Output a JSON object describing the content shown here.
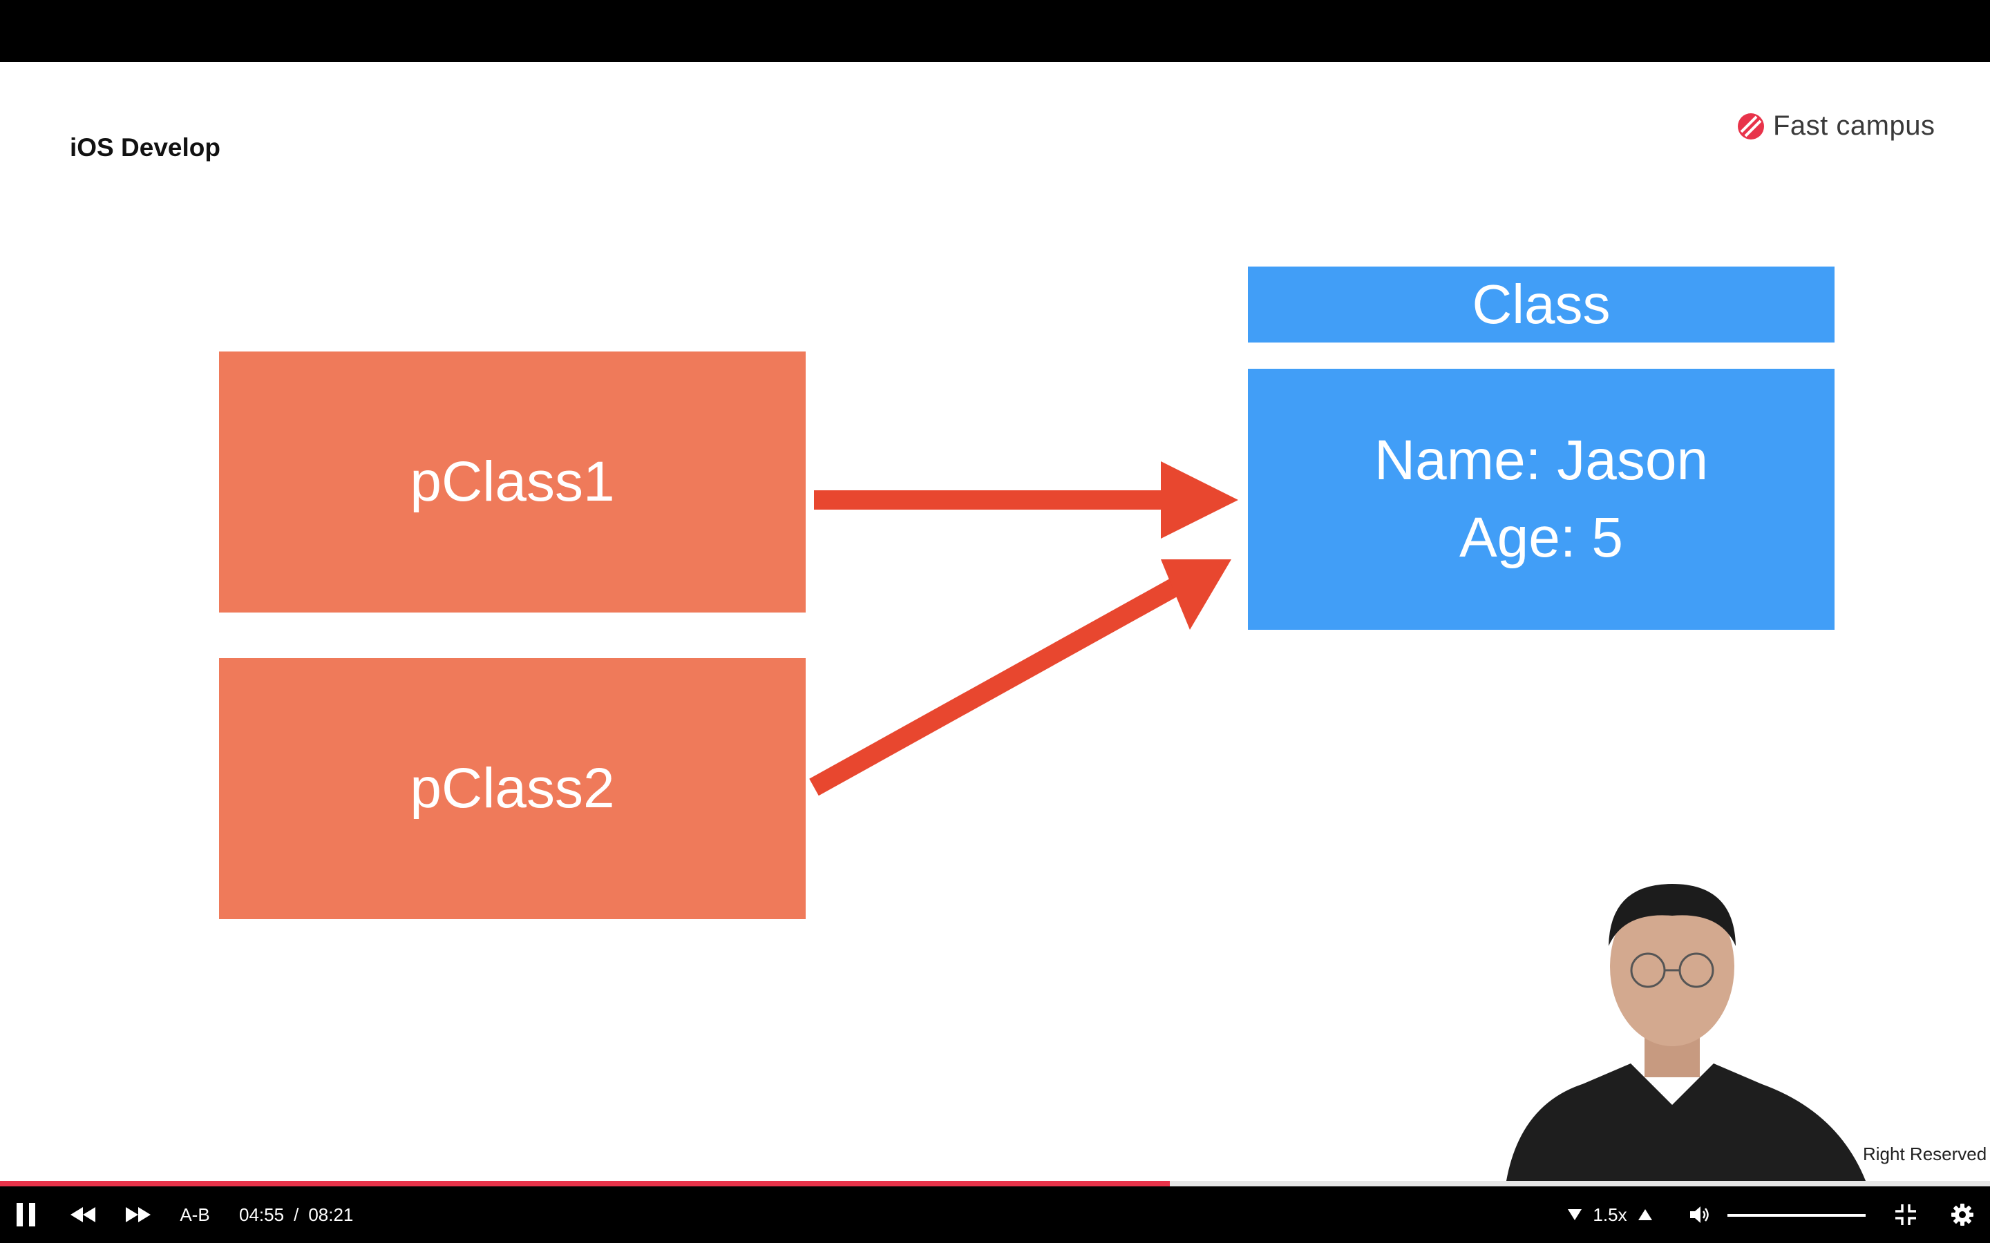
{
  "slide": {
    "course_title": "iOS Develop",
    "logo_text": "Fast campus",
    "copyright": "Right Reserved",
    "boxes": {
      "pclass1": "pClass1",
      "pclass2": "pClass2",
      "class_header": "Class",
      "class_name": "Name: Jason",
      "class_age": "Age: 5"
    },
    "colors": {
      "orange": "#ef7a5a",
      "blue": "#419ef7",
      "arrow": "#e8472f",
      "logo": "#e8334a"
    }
  },
  "player": {
    "ab_label": "A-B",
    "current_time": "04:55",
    "separator": "/",
    "total_time": "08:21",
    "playback_rate": "1.5x",
    "progress_fraction": 0.588,
    "volume_fraction": 1.0,
    "icons": {
      "play_pause": "pause-icon",
      "rewind": "rewind-icon",
      "forward": "fast-forward-icon",
      "speed_down": "triangle-down-icon",
      "speed_up": "triangle-up-icon",
      "volume": "speaker-icon",
      "exit_fullscreen": "exit-fullscreen-icon",
      "settings": "gear-icon"
    },
    "accent": "#e8334a"
  }
}
